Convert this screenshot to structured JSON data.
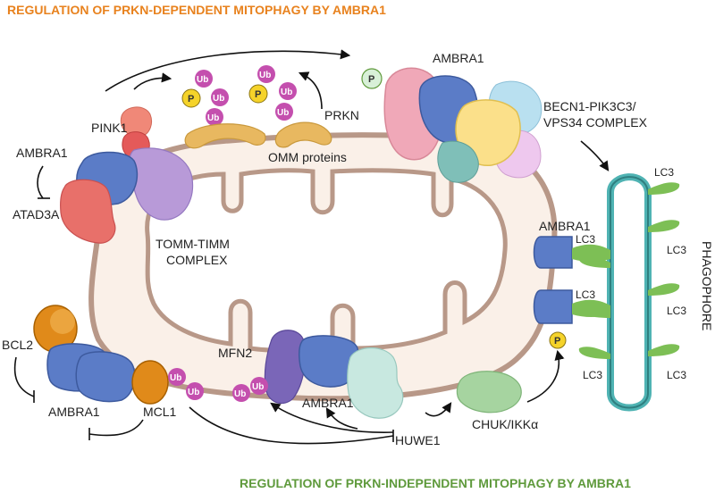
{
  "titles": {
    "top": "REGULATION OF PRKN-DEPENDENT MITOPHAGY BY AMBRA1",
    "bottom": "REGULATION OF PRKN-INDEPENDENT MITOPHAGY BY AMBRA1"
  },
  "labels": {
    "pink1": "PINK1",
    "prkn": "PRKN",
    "ambra1_top": "AMBRA1",
    "beclin_line1": "BECN1-PIK3C3/",
    "beclin_line2": "VPS34 COMPLEX",
    "ambra1_left": "AMBRA1",
    "atad3a": "ATAD3A",
    "omm": "OMM proteins",
    "tomm_line1": "TOMM-TIMM",
    "tomm_line2": "COMPLEX",
    "ambra1_right": "AMBRA1",
    "phagophore": "PHAGOPHORE",
    "bcl2": "BCL2",
    "ambra1_bottom_left": "AMBRA1",
    "mcl1": "MCL1",
    "mfn2": "MFN2",
    "ambra1_center": "AMBRA1",
    "huwe1": "HUWE1",
    "chuk": "CHUK/IKKα",
    "ub": "Ub",
    "p": "P",
    "lc3": "LC3"
  },
  "colors": {
    "top_title": "#e8821e",
    "bottom_title": "#5f9a3c",
    "ambra1": "#5b7cc7",
    "ubiquitin": "#c44fae",
    "phospho": "#f5d32a",
    "lc3": "#7dbf55",
    "mito_outline": "#b89888",
    "phagophore": "#4fb3b3"
  }
}
